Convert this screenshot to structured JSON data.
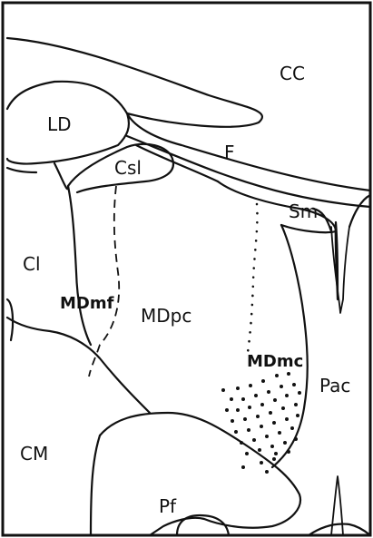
{
  "labels": {
    "cc": "CC",
    "ld": "LD",
    "f": "F",
    "csl": "Csl",
    "sm": "Sm",
    "cl": "Cl",
    "mdmf": "MDmf",
    "mdpc": "MDpc",
    "mdmc": "MDmc",
    "pac": "Pac",
    "cm": "CM",
    "pf": "Pf"
  }
}
